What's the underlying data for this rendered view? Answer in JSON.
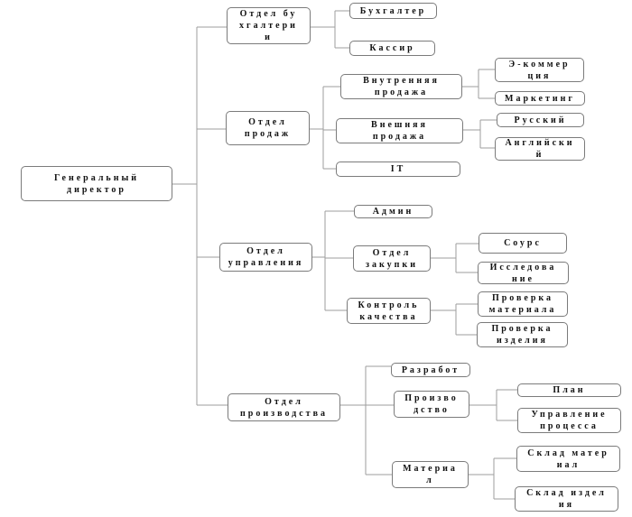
{
  "org_chart": {
    "root": {
      "label": "Генеральный\nдиректор",
      "children": [
        {
          "label": "Отдел бу\nхгалтери\nи",
          "children": [
            {
              "label": "Бухгалтер"
            },
            {
              "label": "Кассир"
            }
          ]
        },
        {
          "label": "Отдел\nпродаж",
          "children": [
            {
              "label": "Внутренняя\nпродажа",
              "children": [
                {
                  "label": "Э-коммер\nция"
                },
                {
                  "label": "Маркетинг"
                }
              ]
            },
            {
              "label": "Внешняя\nпродажа",
              "children": [
                {
                  "label": "Русский"
                },
                {
                  "label": "Английски\nй"
                }
              ]
            },
            {
              "label": "IT"
            }
          ]
        },
        {
          "label": "Отдел\nуправления",
          "children": [
            {
              "label": "Админ"
            },
            {
              "label": "Отдел\nзакупки",
              "children": [
                {
                  "label": "Соурс"
                },
                {
                  "label": "Исследова\nние"
                }
              ]
            },
            {
              "label": "Контроль\nкачества",
              "children": [
                {
                  "label": "Проверка\nматериала"
                },
                {
                  "label": "Проверка\nизделия"
                }
              ]
            }
          ]
        },
        {
          "label": "Отдел\nпроизводства",
          "children": [
            {
              "label": "Разработ"
            },
            {
              "label": "Произво\nдство",
              "children": [
                {
                  "label": "План"
                },
                {
                  "label": "Управление\nпроцесса"
                }
              ]
            },
            {
              "label": "Материа\nл",
              "children": [
                {
                  "label": "Склад матер\nиал"
                },
                {
                  "label": "Склад издел\nия"
                }
              ]
            }
          ]
        }
      ]
    },
    "line_color": "#9e9e9e",
    "border_color": "#7b7b7b"
  }
}
